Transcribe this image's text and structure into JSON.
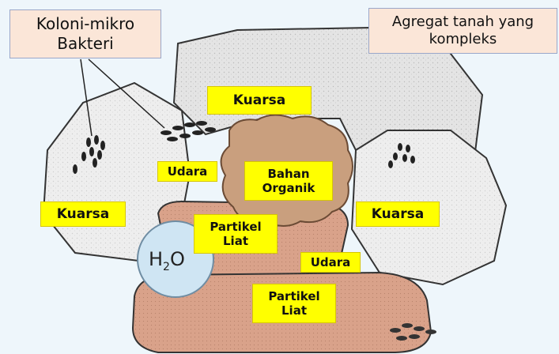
{
  "callouts": {
    "colonies": {
      "line1": "Koloni-mikro",
      "line2": "Bakteri"
    },
    "aggregate": {
      "line1": "Agregat tanah yang",
      "line2": "kompleks"
    }
  },
  "labels": {
    "kuarsa_top": "Kuarsa",
    "kuarsa_left": "Kuarsa",
    "kuarsa_right": "Kuarsa",
    "udara_left": "Udara",
    "udara_right": "Udara",
    "bahan_organik": {
      "line1": "Bahan",
      "line2": "Organik"
    },
    "partikel_liat_upper": {
      "line1": "Partikel",
      "line2": "Liat"
    },
    "partikel_liat_lower": {
      "line1": "Partikel",
      "line2": "Liat"
    },
    "water": {
      "h": "H",
      "sub": "2",
      "o": "O"
    }
  },
  "colors": {
    "label_fill": "#ffff00",
    "callout_fill": "#fbe6d8",
    "callout_border": "#9aa7c9",
    "rock": "#ececec",
    "clay": "#d9a28a",
    "organic": "#c99f7e",
    "water": "#cfe5f3"
  }
}
